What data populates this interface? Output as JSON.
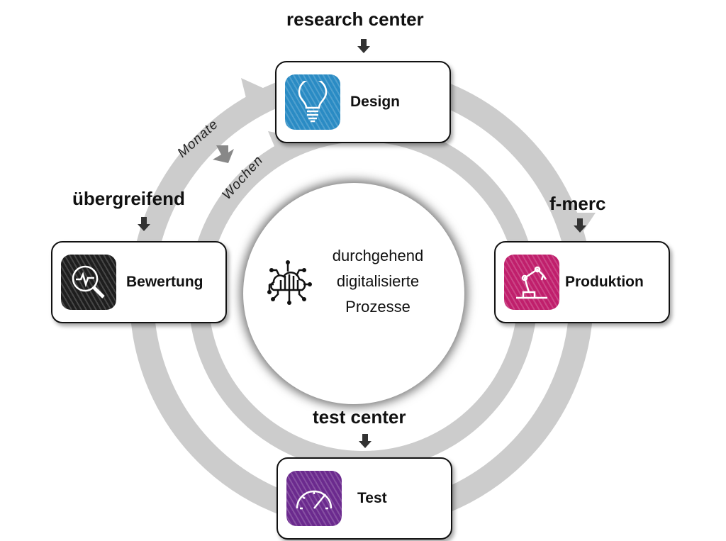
{
  "stages": {
    "design": {
      "title": "Design",
      "source": "research center",
      "icon": "lightbulb-icon",
      "color": "#2a8bc4"
    },
    "produktion": {
      "title": "Produktion",
      "source": "f-merc",
      "icon": "robot-arm-icon",
      "color": "#c01f6c"
    },
    "test": {
      "title": "Test",
      "source": "test center",
      "icon": "speedometer-icon",
      "color": "#6b2a8e"
    },
    "bewertung": {
      "title": "Bewertung",
      "source": "übergreifend",
      "icon": "magnifier-pulse-icon",
      "color": "#1e1e1e"
    }
  },
  "cycles": {
    "outer": "Monate",
    "inner": "Wochen"
  },
  "center": {
    "line1": "durchgehend",
    "line2": "digitalisierte",
    "line3": "Prozesse",
    "icon": "cloud-network-icon"
  },
  "ring_color": "#cccccc"
}
